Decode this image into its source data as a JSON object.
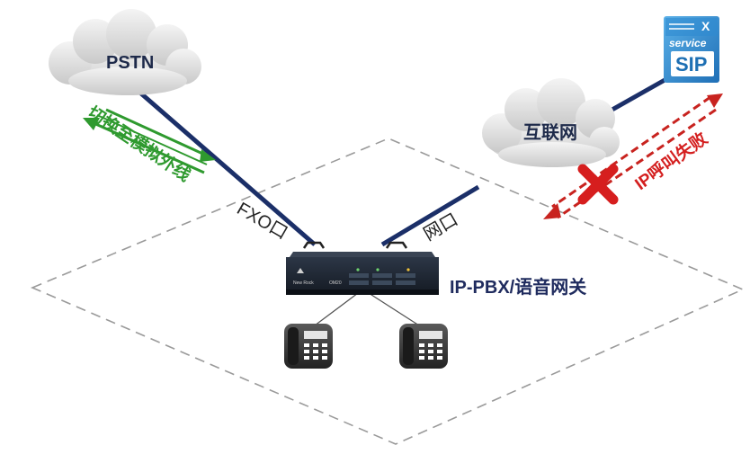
{
  "clouds": {
    "pstn": "PSTN",
    "internet": "互联网"
  },
  "ports": {
    "fxo": "FXO口",
    "network": "网口"
  },
  "device": {
    "label": "IP-PBX/语音网关",
    "brand": "New Rock",
    "model": "OM20"
  },
  "annotations": {
    "switch_to_analog": "切换至模拟外线",
    "ip_call_failed": "IP呼叫失败"
  },
  "sip_server": {
    "x": "X",
    "service": "service",
    "sip": "SIP"
  },
  "colors": {
    "link_line": "#1b2f68",
    "green_arrow": "#2f9a2f",
    "red_arrow": "#c8231f",
    "x_mark": "#d61e1e",
    "platform_border": "#9a9a9a"
  },
  "icons": [
    "cloud-icon",
    "ip-pbx-device-icon",
    "desk-phone-icon",
    "sip-server-icon",
    "failure-x-icon"
  ]
}
